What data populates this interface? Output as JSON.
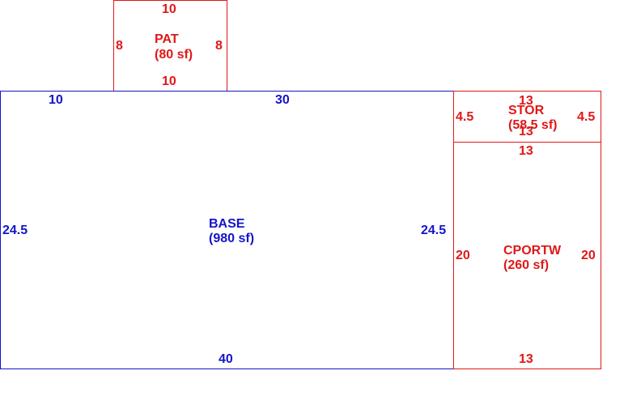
{
  "colors": {
    "base": "#1414c8",
    "addon": "#e01818",
    "background": "#ffffff"
  },
  "rooms": {
    "pat": {
      "name": "PAT",
      "area": "(80 sf)",
      "top": "10",
      "bottom": "10",
      "left": "8",
      "right": "8"
    },
    "base": {
      "name": "BASE",
      "area": "(980 sf)",
      "top_left": "10",
      "top": "30",
      "bottom": "40",
      "left": "24.5",
      "right": "24.5"
    },
    "stor": {
      "name": "STOR",
      "area": "(58.5 sf)",
      "top": "13",
      "bottom": "13",
      "left": "4.5",
      "right": "4.5"
    },
    "cportw": {
      "name": "CPORTW",
      "area": "(260 sf)",
      "top": "13",
      "bottom": "13",
      "left": "20",
      "right": "20"
    }
  }
}
